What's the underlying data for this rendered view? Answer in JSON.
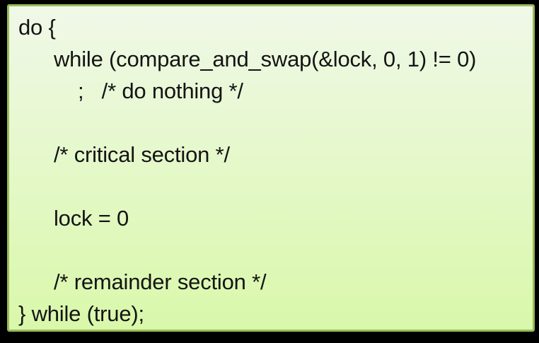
{
  "colors": {
    "page_bg": "#000000",
    "box_border": "#9bbb59",
    "box_bg_top": "#f0f8e8",
    "box_bg_bottom": "#d9f8aa",
    "code_text": "#141414"
  },
  "code_block": {
    "language_hint": "pseudocode",
    "lines": [
      {
        "indent": 0,
        "text": "do {"
      },
      {
        "indent": 1,
        "text": "while (compare_and_swap(&lock, 0, 1) != 0)"
      },
      {
        "indent": 2,
        "text": ";   /* do nothing */"
      },
      {
        "indent": 0,
        "text": ""
      },
      {
        "indent": 1,
        "text": "/* critical section */"
      },
      {
        "indent": 0,
        "text": ""
      },
      {
        "indent": 1,
        "text": "lock = 0"
      },
      {
        "indent": 0,
        "text": ""
      },
      {
        "indent": 1,
        "text": "/* remainder section */"
      },
      {
        "indent": 0,
        "text": "} while (true);"
      }
    ]
  }
}
